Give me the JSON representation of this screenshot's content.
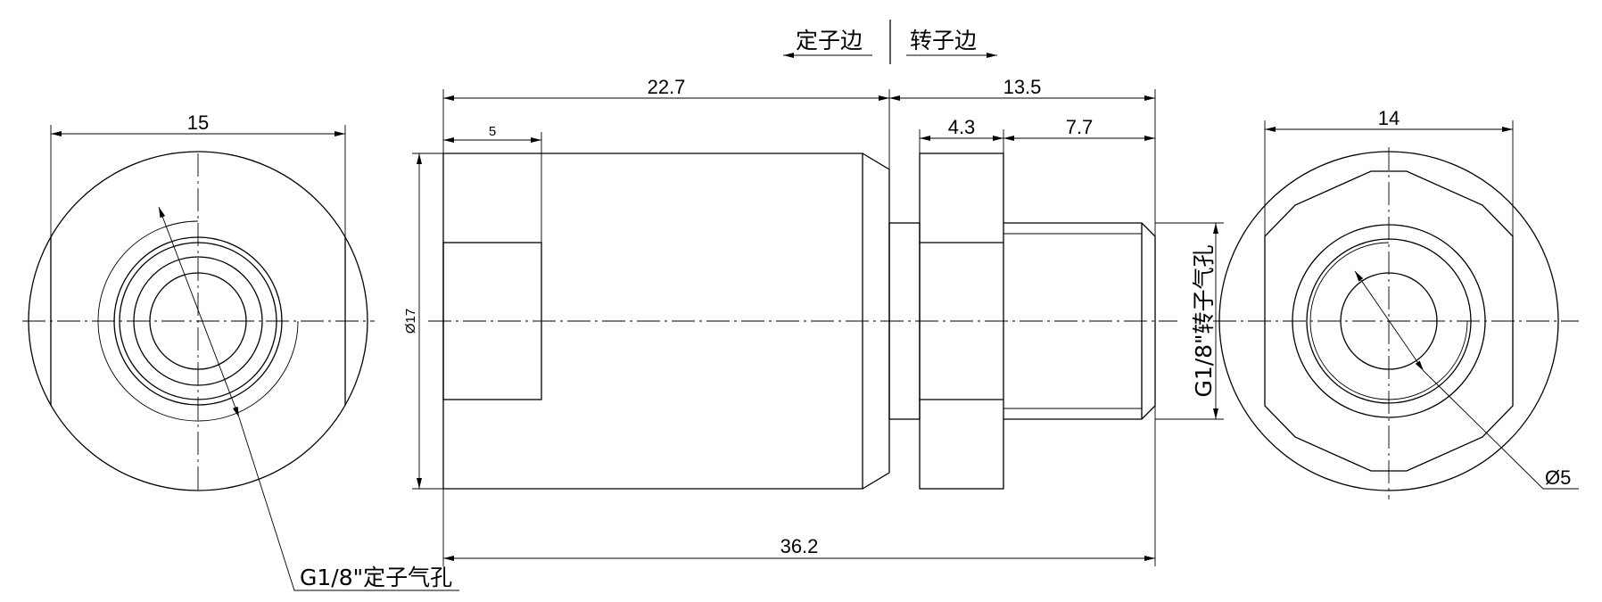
{
  "header": {
    "stator_side": "定子边",
    "rotor_side": "转子边"
  },
  "left_view": {
    "width_dim": "15",
    "port_label": "G1/8\"定子气孔"
  },
  "middle_view": {
    "stator_length": "22.7",
    "recess_length": "5",
    "rotor_length": "13.5",
    "hex_width": "4.3",
    "thread_length": "7.7",
    "total_length": "36.2",
    "diameter": "Ø17",
    "rotor_port_label": "G1/8\"转子气孔"
  },
  "right_view": {
    "width_dim": "14",
    "hole_diameter": "Ø5"
  }
}
